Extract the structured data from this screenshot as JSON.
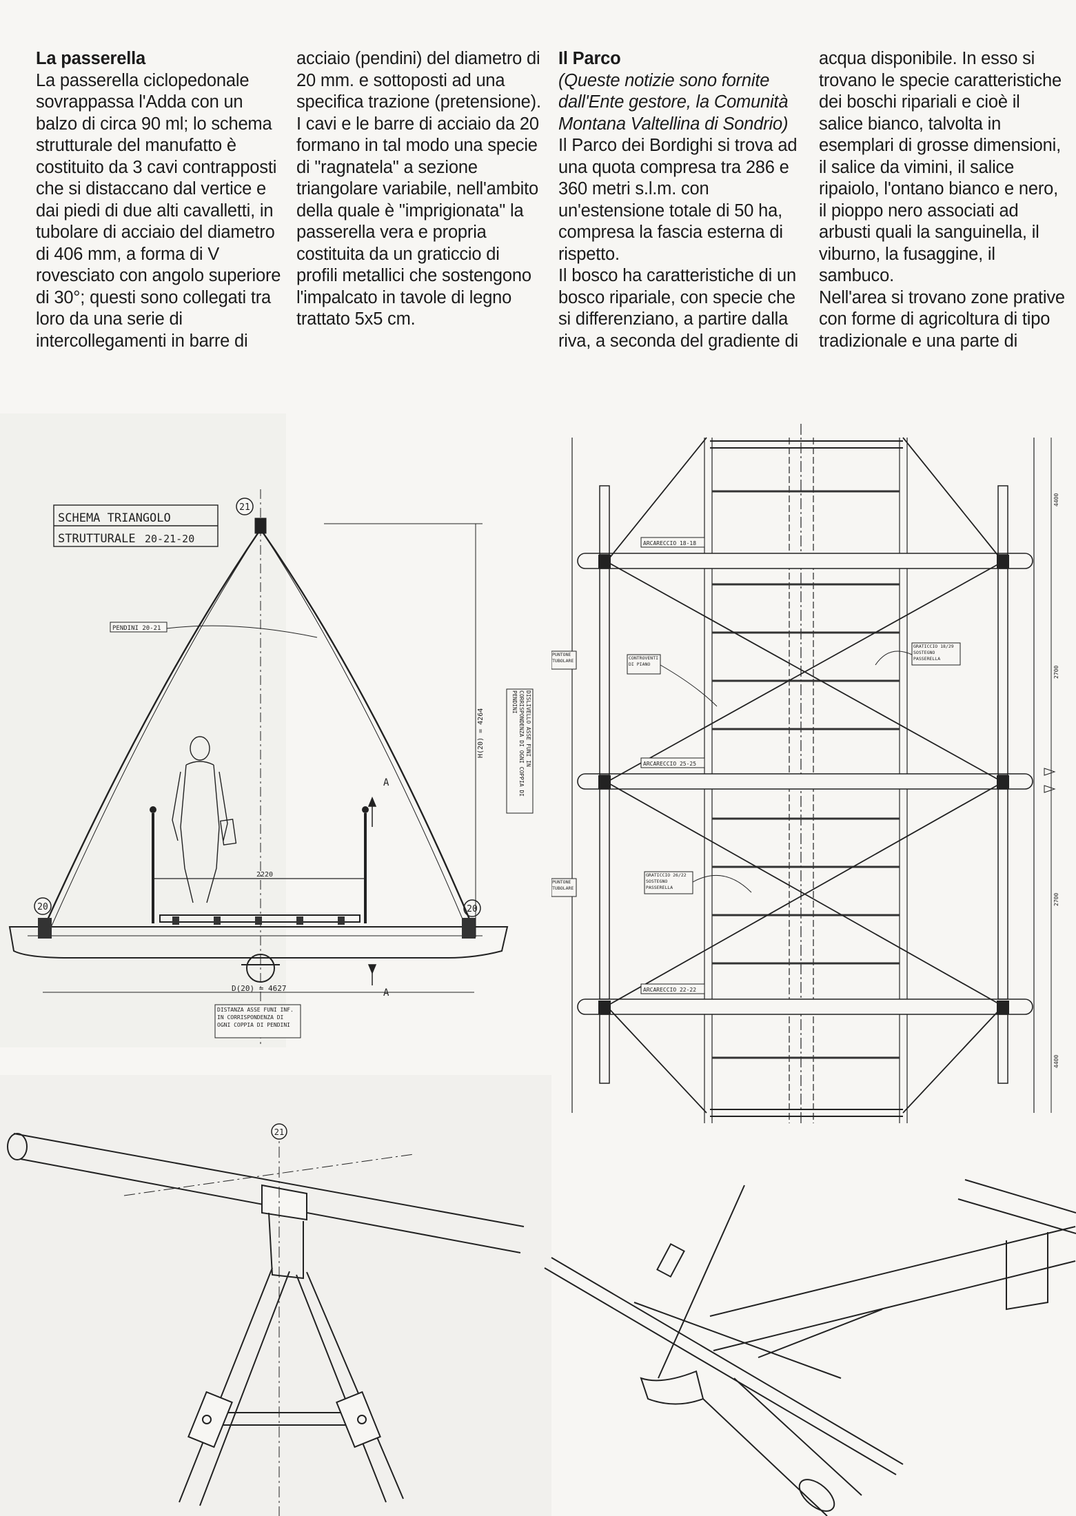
{
  "article": {
    "col1": {
      "heading": "La passerella",
      "body": "La passerella ciclopedonale sovrappassa l'Adda con un balzo di circa 90 ml; lo schema strutturale del manufatto è costituito da 3 cavi contrapposti che si distaccano dal vertice e dai piedi di due alti cavalletti, in tubolare di acciaio del diametro di 406 mm, a forma di V rovesciato con angolo superiore di 30°; questi sono collegati tra loro da una serie di intercollegamenti in barre di"
    },
    "col2": {
      "p1": "acciaio (pendini) del diametro di 20 mm. e sottoposti ad una specifica trazione (pretensione).",
      "p2": "I cavi e le barre di acciaio da 20 formano in tal modo una specie di \"ragnatela\" a sezione triangolare variabile, nell'ambito della quale è \"imprigionata\" la passerella vera e propria costituita da un graticcio di profili metallici che sostengono l'impalcato in tavole di legno trattato 5x5 cm."
    },
    "col3": {
      "heading": "Il Parco",
      "note": "(Queste notizie sono fornite dall'Ente gestore, la Comunità Montana Valtellina di Sondrio)",
      "p1": "Il Parco dei Bordighi si trova ad una quota compresa tra 286 e 360 metri s.l.m. con un'estensione totale di 50 ha, compresa la fascia esterna di rispetto.",
      "p2": "Il bosco ha caratteristiche di un bosco ripariale, con specie che si differenziano, a partire dalla riva, a seconda del gradiente di"
    },
    "col4": {
      "p1": "acqua disponibile. In esso si trovano le specie caratteristiche dei boschi ripariali e cioè il salice bianco, talvolta in esemplari di grosse dimensioni, il salice da vimini, il salice ripaiolo, l'ontano bianco e nero, il pioppo nero associati ad arbusti quali la sanguinella, il viburno, la fusaggine, il sambuco.",
      "p2": "Nell'area si trovano zone prative con forme di agricoltura di tipo tradizionale e una parte di"
    }
  },
  "section_drawing": {
    "title_line1": "SCHEMA TRIANGOLO",
    "title_line2": "STRUTTURALE",
    "title_refs": "20-21-20",
    "node_top": "21",
    "node_left": "20",
    "node_right": "20",
    "pendini_label": "PENDINI 20-21",
    "width_dim": "2220",
    "base_dim": "D(20) = 4627",
    "height_dim": "H(20) = 4264",
    "section_mark": "A",
    "bottom_note": "DISTANZA ASSE FUNI INF. IN CORRISPONDENZA DI OGNI COPPIA DI PENDINI",
    "side_note": "DISLIVELLO ASSE FUNI IN CORRISPONDENZA DI OGNI COPPIA DI PENDINI"
  },
  "plan_drawing": {
    "arcareccio_top": "ARCARECCIO 18-18",
    "arcareccio_mid": "ARCARECCIO 25-25",
    "arcareccio_bot": "ARCARECCIO 22-22",
    "puntone_top": "PUNTONE TUBOLARE",
    "puntone_bot": "PUNTONE TUBOLARE",
    "controventi": "CONTROVENTI DI PIANO",
    "graticcio_top": "GRATICCIO 18/29 SOSTEGNO PASSERELLA",
    "graticcio_bot": "GRATICCIO 26/22 SOSTEGNO PASSERELLA",
    "dim_1": "4400",
    "dim_2": "2700",
    "dim_3": "2700",
    "dim_4": "4400"
  },
  "perspective_left": {
    "node": "21"
  }
}
